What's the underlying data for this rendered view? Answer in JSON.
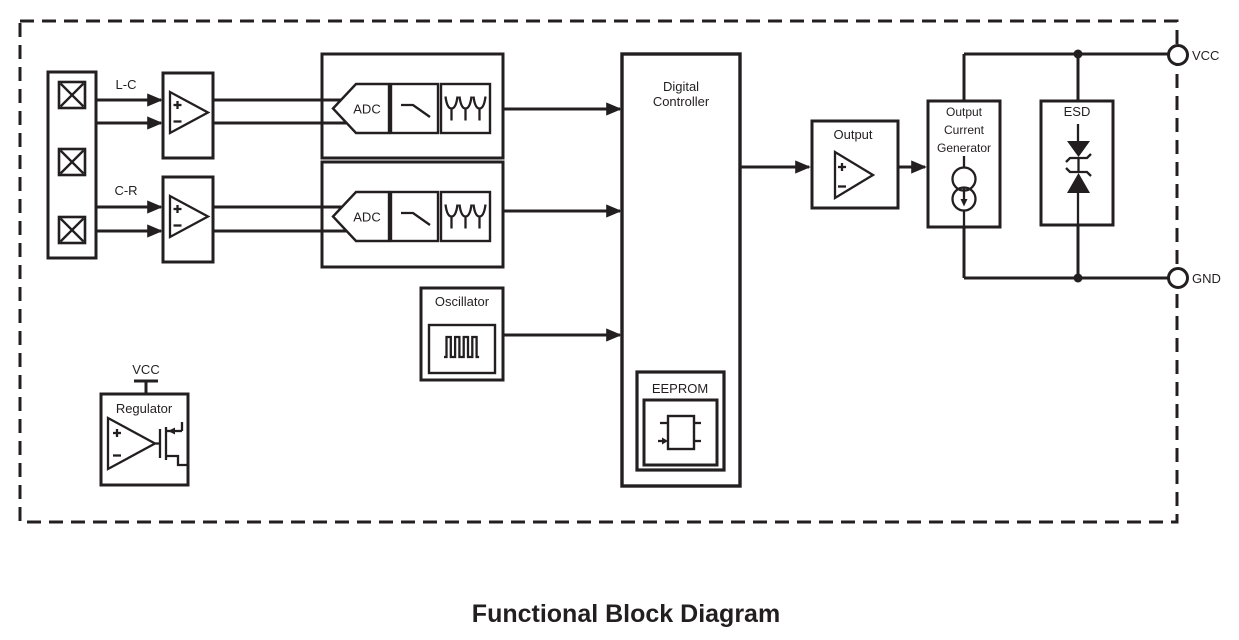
{
  "title": "Functional Block Diagram",
  "labels": {
    "input_top": "L-C",
    "input_bottom": "C-R",
    "adc": "ADC",
    "oscillator": "Oscillator",
    "digital_controller": {
      "line1": "Digital",
      "line2": "Controller"
    },
    "eeprom": "EEPROM",
    "output_amp": "Output",
    "output_current_generator": {
      "line1": "Output",
      "line2": "Current",
      "line3": "Generator"
    },
    "esd": "ESD",
    "vcc": "VCC",
    "gnd": "GND",
    "regulator": "Regulator"
  },
  "colors": {
    "ink": "#231f20",
    "background": "#ffffff"
  }
}
